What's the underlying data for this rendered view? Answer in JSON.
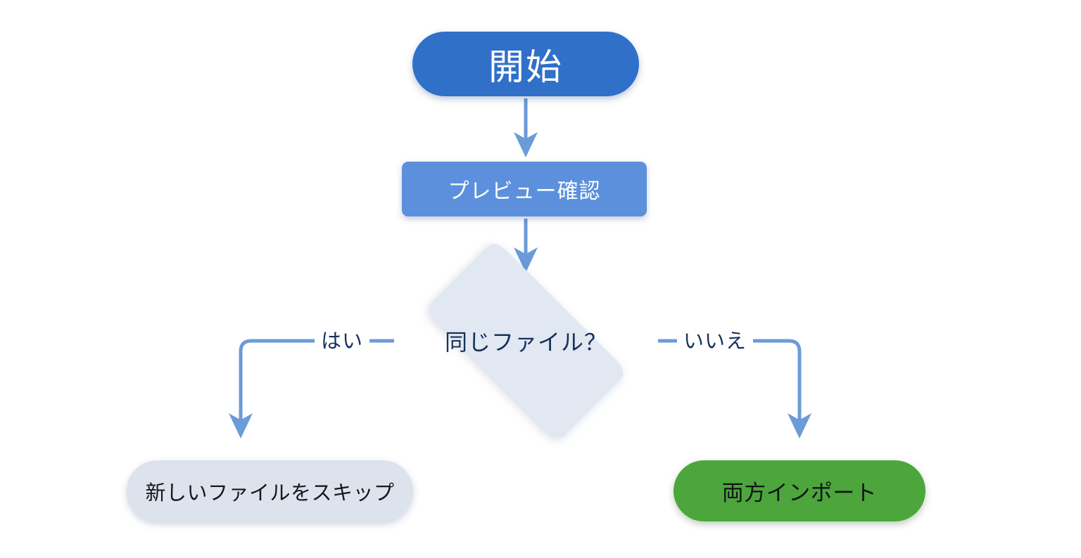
{
  "diagram": {
    "title": "",
    "background_color": "#ffffff",
    "type": "flowchart",
    "orientation": "top-down",
    "nodes": [
      {
        "id": "start",
        "label": "開始",
        "shape": "pill",
        "fill": "#3070c8",
        "text_color": "#ffffff"
      },
      {
        "id": "preview",
        "label": "プレビュー確認",
        "shape": "rounded-rect",
        "fill": "#5c90dd",
        "text_color": "#ffffff"
      },
      {
        "id": "decision",
        "label": "同じファイル？",
        "shape": "diamond",
        "fill": "#e2e8f2",
        "text_color": "#16325c"
      },
      {
        "id": "skip",
        "label": "新しいファイルをスキップ",
        "shape": "pill",
        "fill": "#dde3ec",
        "text_color": "#16181c"
      },
      {
        "id": "import",
        "label": "両方インポート",
        "shape": "pill",
        "fill": "#4ca63c",
        "text_color": "#111417"
      }
    ],
    "edges": [
      {
        "id": "start-to-preview",
        "from": "start",
        "to": "preview",
        "label": "",
        "color": "#6b9bd8"
      },
      {
        "id": "preview-to-decision",
        "from": "preview",
        "to": "decision",
        "label": "",
        "color": "#6b9bd8"
      },
      {
        "id": "decision-to-skip",
        "from": "decision",
        "to": "skip",
        "label": "はい",
        "color": "#6b9bd8"
      },
      {
        "id": "decision-to-import",
        "from": "decision",
        "to": "import",
        "label": "いいえ",
        "color": "#6b9bd8"
      }
    ],
    "colors": {
      "start_blue": "#3070c8",
      "process_blue": "#5c90dd",
      "decision_gray": "#e2e8f2",
      "neutral_pill": "#dde3ec",
      "accent_green": "#4ca63c",
      "connector_blue": "#6b9bd8",
      "navy_text": "#16325c"
    }
  }
}
